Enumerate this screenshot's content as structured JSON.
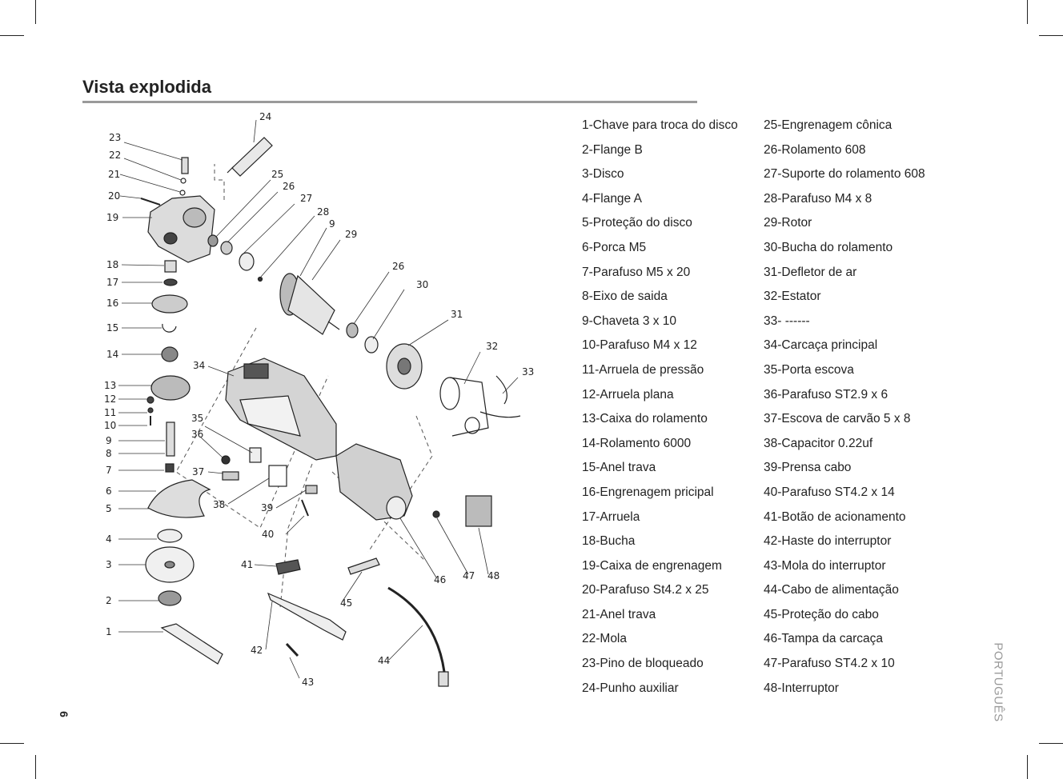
{
  "page": {
    "title": "Vista explodida",
    "language_tab": "PORTUGUÊS",
    "page_number": "6"
  },
  "diagram": {
    "callouts": [
      "1",
      "2",
      "3",
      "4",
      "5",
      "6",
      "7",
      "8",
      "9",
      "10",
      "11",
      "12",
      "13",
      "14",
      "15",
      "16",
      "17",
      "18",
      "19",
      "20",
      "21",
      "22",
      "23",
      "24",
      "25",
      "26",
      "27",
      "28",
      "9",
      "29",
      "26",
      "30",
      "31",
      "32",
      "33",
      "34",
      "35",
      "36",
      "37",
      "38",
      "39",
      "40",
      "41",
      "42",
      "43",
      "44",
      "45",
      "46",
      "47",
      "48"
    ]
  },
  "parts": {
    "left": [
      "1-Chave para troca do disco",
      "2-Flange  B",
      "3-Disco",
      "4-Flange A",
      "5-Proteção do disco",
      "6-Porca M5",
      "7-Parafuso M5 x 20",
      "8-Eixo de saida",
      "9-Chaveta 3 x 10",
      "10-Parafuso  M4 x 12",
      "11-Arruela de pressão",
      "12-Arruela plana",
      "13-Caixa do rolamento",
      "14-Rolamento 6000",
      "15-Anel trava",
      "16-Engrenagem pricipal",
      "17-Arruela",
      "18-Bucha",
      "19-Caixa de engrenagem",
      "20-Parafuso St4.2 x 25",
      "21-Anel trava",
      "22-Mola",
      "23-Pino  de bloqueado",
      "24-Punho auxiliar"
    ],
    "right": [
      "25-Engrenagem cônica",
      "26-Rolamento 608",
      "27-Suporte do rolamento 608",
      "28-Parafuso M4 x 8",
      "29-Rotor",
      "30-Bucha do rolamento",
      "31-Defletor de ar",
      "32-Estator",
      "33- ------",
      "34-Carcaça principal",
      "35-Porta escova",
      "36-Parafuso ST2.9 x 6",
      "37-Escova de carvão 5 x 8",
      "38-Capacitor 0.22uf",
      "39-Prensa cabo",
      "40-Parafuso ST4.2 x 14",
      "41-Botão de acionamento",
      "42-Haste do interruptor",
      "43-Mola do interruptor",
      "44-Cabo de alimentação",
      "45-Proteção do cabo",
      "46-Tampa da carcaça",
      "47-Parafuso ST4.2 x 10",
      "48-Interruptor"
    ]
  }
}
